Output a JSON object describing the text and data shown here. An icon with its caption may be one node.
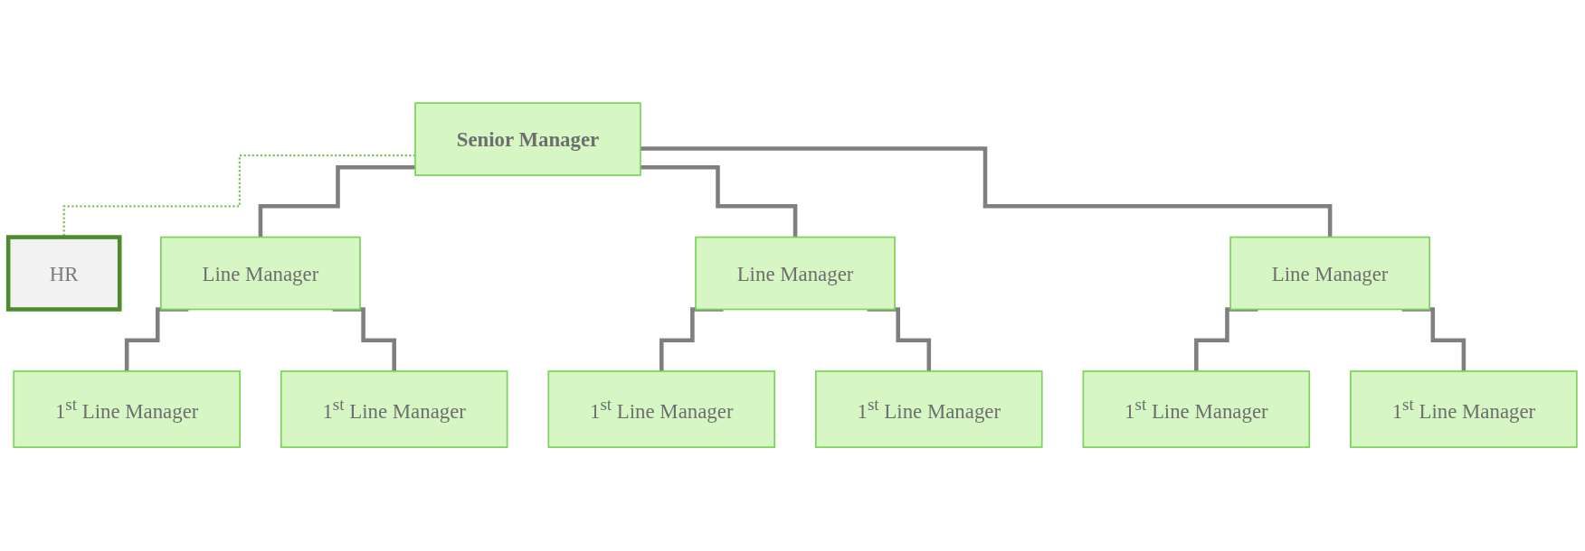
{
  "diagram": {
    "nodes": [
      {
        "text": [
          "Senior Manager"
        ]
      },
      {
        "text": [
          "HR"
        ]
      },
      {
        "text": [
          "Line Manager"
        ]
      },
      {
        "text": [
          "Line Manager"
        ]
      },
      {
        "text": [
          "Line Manager"
        ]
      },
      {
        "text": [
          "1$^{st}$ Line Manager"
        ]
      },
      {
        "text": [
          "1$^{st}$ Line Manager"
        ]
      },
      {
        "text": [
          "1$^{st}$ Line Manager"
        ]
      },
      {
        "text": [
          "1$^{st}$ Line Manager"
        ]
      },
      {
        "text": [
          "1$^{st}$ Line Manager"
        ]
      },
      {
        "text": [
          "1$^{st}$ Line Manager"
        ]
      }
    ],
    "edges": [
      {
        "from": 0,
        "to": 1,
        "arrow": "none",
        "style": "dashed",
        "color": "#7cc55a"
      },
      {
        "from": 0,
        "to": 2,
        "arrow": "none"
      },
      {
        "from": 0,
        "to": 3,
        "arrow": "none"
      },
      {
        "from": 0,
        "to": 4,
        "arrow": "none"
      },
      {
        "from": 2,
        "to": 5,
        "arrow": "none"
      },
      {
        "from": 2,
        "to": 6,
        "arrow": "none"
      },
      {
        "from": 3,
        "to": 7,
        "arrow": "none"
      },
      {
        "from": 3,
        "to": 8,
        "arrow": "none"
      },
      {
        "from": 4,
        "to": 9,
        "arrow": "none"
      },
      {
        "from": 4,
        "to": 10,
        "arrow": "none"
      }
    ]
  }
}
